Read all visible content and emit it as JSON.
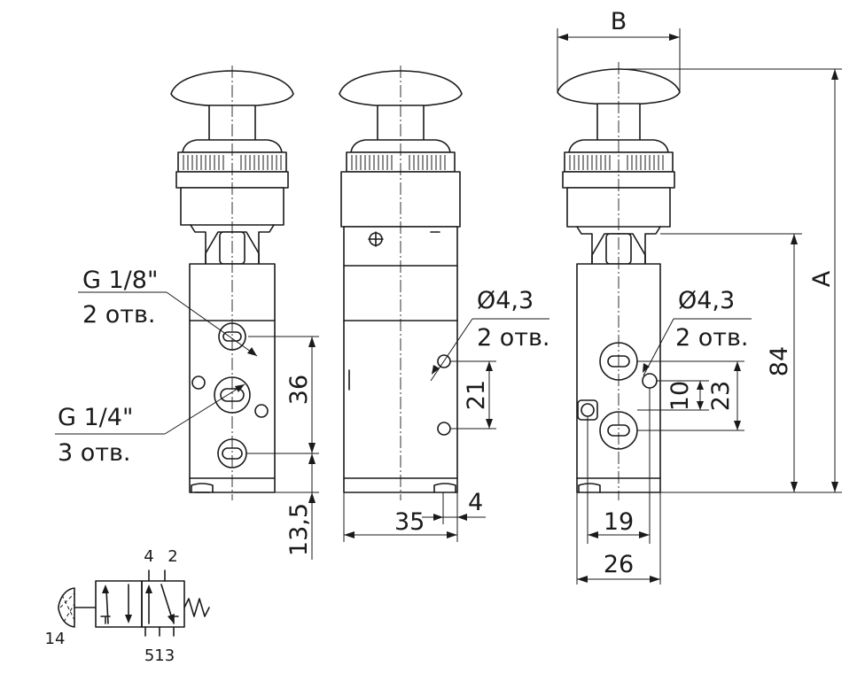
{
  "labels": {
    "dim_B": "B",
    "dim_A": "A",
    "dim_84": "84",
    "thread_small": "G 1/8\"",
    "thread_small_count": "2 отв.",
    "thread_large": "G 1/4\"",
    "thread_large_count": "3 отв.",
    "dim_36": "36",
    "dim_13_5": "13,5",
    "hole_dia_1": "Ø4,3",
    "hole_count_1": "2 отв.",
    "dim_21": "21",
    "dim_35": "35",
    "dim_4": "4",
    "hole_dia_2": "Ø4,3",
    "hole_count_2": "2 отв.",
    "dim_10": "10",
    "dim_23": "23",
    "dim_19": "19",
    "dim_26": "26"
  },
  "symbol": {
    "port_4": "4",
    "port_2": "2",
    "port_14": "14",
    "ports_513": "513"
  }
}
